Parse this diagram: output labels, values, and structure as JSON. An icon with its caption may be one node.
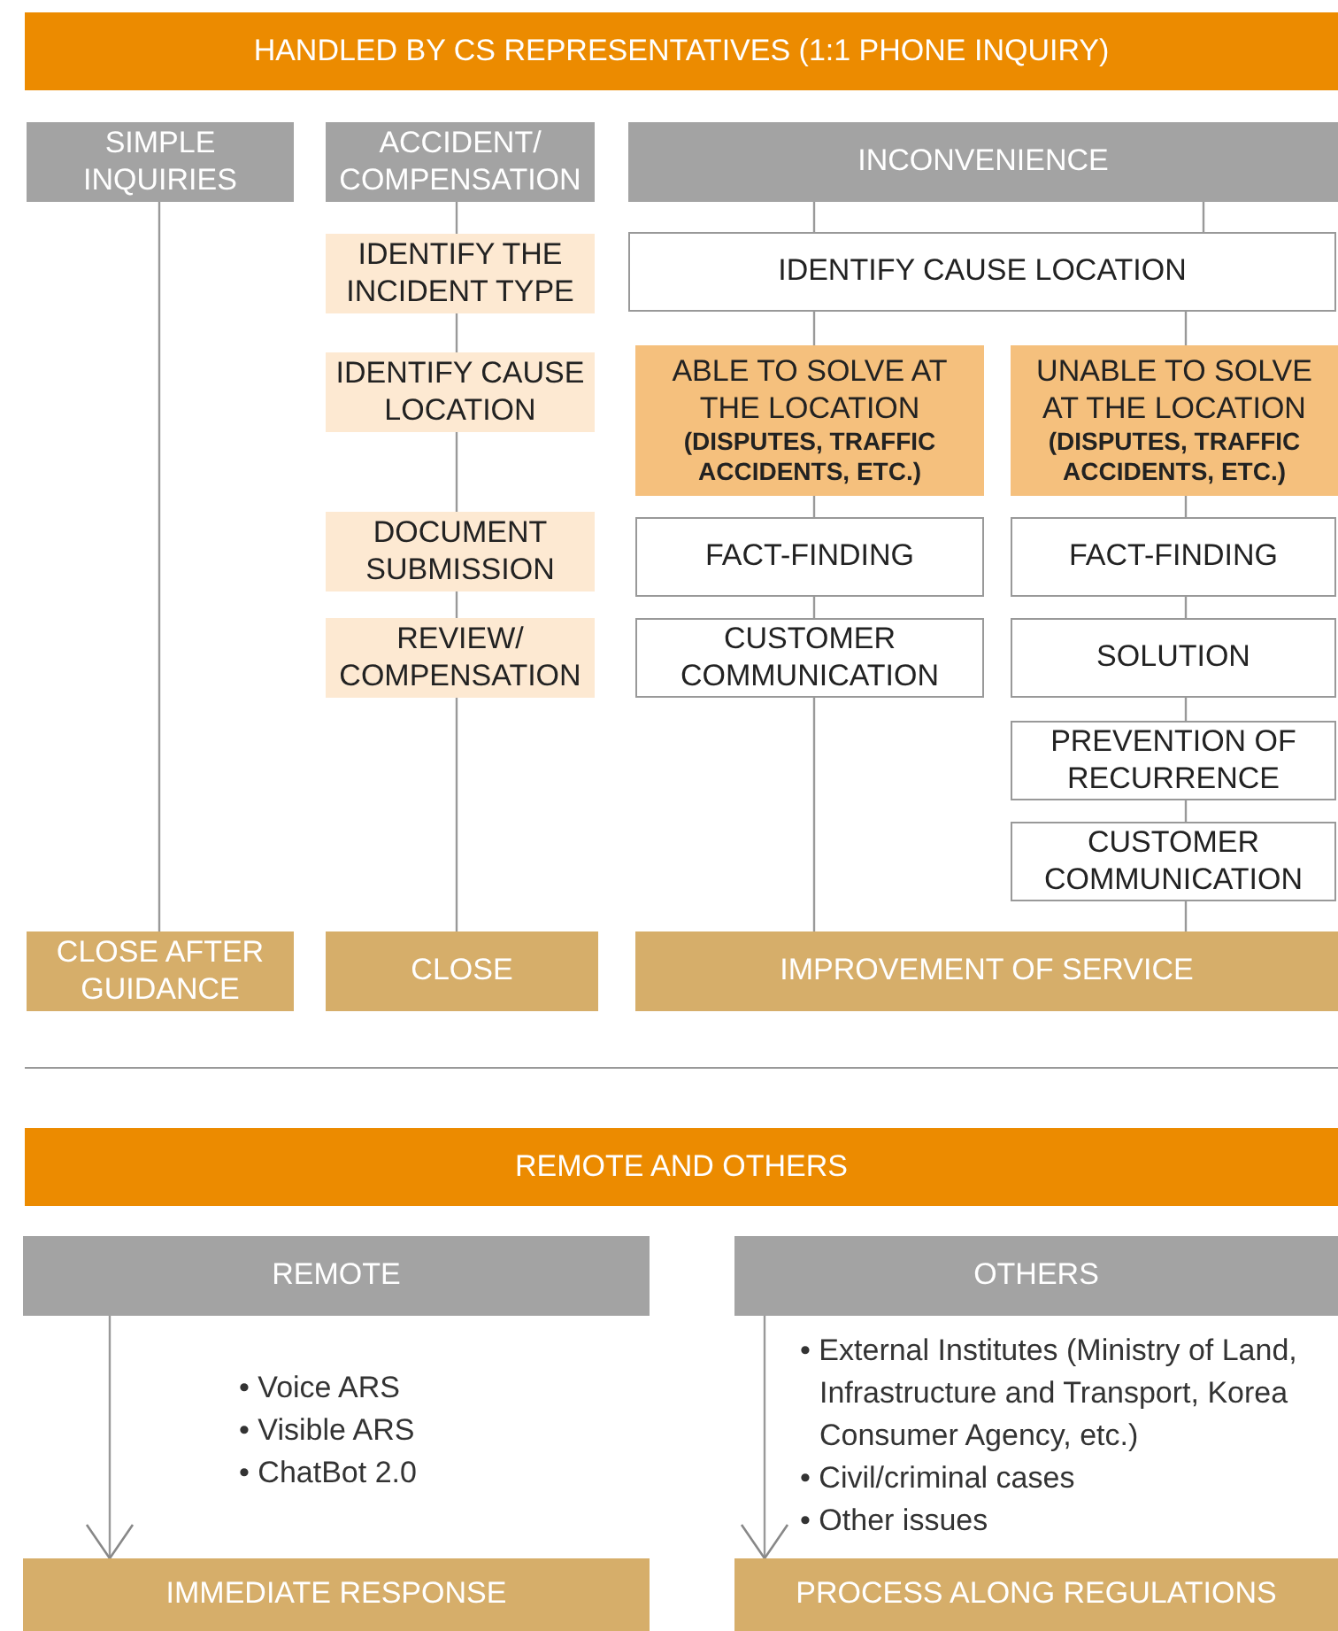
{
  "diagram": {
    "nodes": [
      {
        "text": [
          "HANDLED BY CS REPRESENTATIVES (1:1 PHONE INQUIRY)"
        ]
      },
      {
        "text": [
          "SIMPLE INQUIRIES"
        ]
      },
      {
        "text": [
          "ACCIDENT/ COMPENSATION"
        ]
      },
      {
        "text": [
          "INCONVENIENCE"
        ]
      },
      {
        "text": [
          "IDENTIFY THE INCIDENT TYPE"
        ]
      },
      {
        "text": [
          "IDENTIFY CAUSE LOCATION"
        ]
      },
      {
        "text": [
          "DOCUMENT SUBMISSION"
        ]
      },
      {
        "text": [
          "REVIEW/ COMPENSATION"
        ]
      },
      {
        "text": [
          "IDENTIFY CAUSE LOCATION"
        ]
      },
      {
        "text": [
          "ABLE TO SOLVE AT THE LOCATION",
          "(DISPUTES, TRAFFIC ACCIDENTS, ETC.)"
        ]
      },
      {
        "text": [
          "UNABLE TO SOLVE AT THE LOCATION",
          "(DISPUTES, TRAFFIC ACCIDENTS, ETC.)"
        ]
      },
      {
        "text": [
          "FACT-FINDING"
        ]
      },
      {
        "text": [
          "CUSTOMER COMMUNICATION"
        ]
      },
      {
        "text": [
          "FACT-FINDING"
        ]
      },
      {
        "text": [
          "SOLUTION"
        ]
      },
      {
        "text": [
          "PREVENTION OF RECURRENCE"
        ]
      },
      {
        "text": [
          "CUSTOMER COMMUNICATION"
        ]
      },
      {
        "text": [
          "CLOSE AFTER GUIDANCE"
        ]
      },
      {
        "text": [
          "CLOSE"
        ]
      },
      {
        "text": [
          "IMPROVEMENT OF SERVICE"
        ]
      },
      {
        "text": [
          "REMOTE AND OTHERS"
        ]
      },
      {
        "text": [
          "REMOTE"
        ]
      },
      {
        "text": [
          "OTHERS"
        ]
      },
      {
        "text": [
          "IMMEDIATE RESPONSE"
        ]
      },
      {
        "text": [
          "PROCESS ALONG REGULATIONS"
        ]
      }
    ],
    "edges": [
      {
        "from": 1,
        "to": 17,
        "arrow": "none"
      },
      {
        "from": 2,
        "to": 4,
        "arrow": "none"
      },
      {
        "from": 4,
        "to": 5,
        "arrow": "none"
      },
      {
        "from": 5,
        "to": 6,
        "arrow": "none"
      },
      {
        "from": 6,
        "to": 7,
        "arrow": "none"
      },
      {
        "from": 7,
        "to": 18,
        "arrow": "none"
      },
      {
        "from": 3,
        "to": 8,
        "arrow": "none"
      },
      {
        "from": 8,
        "to": 9,
        "arrow": "none"
      },
      {
        "from": 8,
        "to": 10,
        "arrow": "none"
      },
      {
        "from": 9,
        "to": 11,
        "arrow": "none"
      },
      {
        "from": 11,
        "to": 12,
        "arrow": "none"
      },
      {
        "from": 12,
        "to": 19,
        "arrow": "none"
      },
      {
        "from": 10,
        "to": 13,
        "arrow": "none"
      },
      {
        "from": 13,
        "to": 14,
        "arrow": "none"
      },
      {
        "from": 14,
        "to": 15,
        "arrow": "none"
      },
      {
        "from": 15,
        "to": 16,
        "arrow": "none"
      },
      {
        "from": 16,
        "to": 19,
        "arrow": "none"
      },
      {
        "from": 21,
        "to": 23,
        "arrow": "to"
      },
      {
        "from": 22,
        "to": 24,
        "arrow": "to"
      }
    ],
    "labels": [
      "• Voice ARS",
      "• Visible ARS",
      "• ChatBot 2.0",
      "• External Institutes (Ministry of Land, Infrastructure and Transport, Korea Consumer Agency, etc.)",
      "• Civil/criminal cases",
      "• Other issues"
    ]
  }
}
